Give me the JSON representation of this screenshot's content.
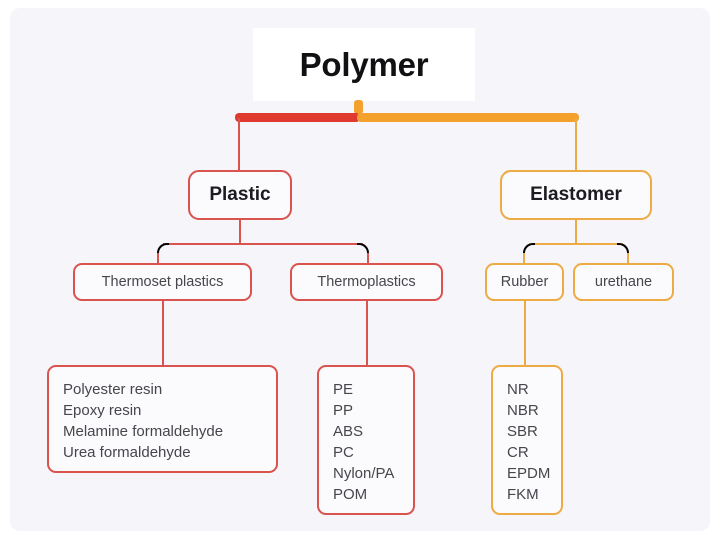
{
  "diagram": {
    "title": "Polymer",
    "colors": {
      "red": "#d9534f",
      "red_bar": "#e03a30",
      "orange": "#edab45",
      "orange_bar": "#f4a02c",
      "background": "#f6f5fa",
      "card_background": "#ffffff",
      "text": "#46464b",
      "heading_text": "#111114"
    },
    "branches": {
      "plastic": {
        "label": "Plastic",
        "children": {
          "thermoset": {
            "label": "Thermoset plastics",
            "items": [
              "Polyester resin",
              "Epoxy resin",
              "Melamine formaldehyde",
              "Urea formaldehyde"
            ]
          },
          "thermoplastics": {
            "label": "Thermoplastics",
            "items": [
              "PE",
              "PP",
              "ABS",
              "PC",
              "Nylon/PA",
              "POM"
            ]
          }
        }
      },
      "elastomer": {
        "label": "Elastomer",
        "children": {
          "rubber": {
            "label": "Rubber",
            "items": [
              "NR",
              "NBR",
              "SBR",
              "CR",
              "EPDM",
              "FKM"
            ]
          },
          "urethane": {
            "label": "urethane",
            "items": []
          }
        }
      }
    }
  }
}
